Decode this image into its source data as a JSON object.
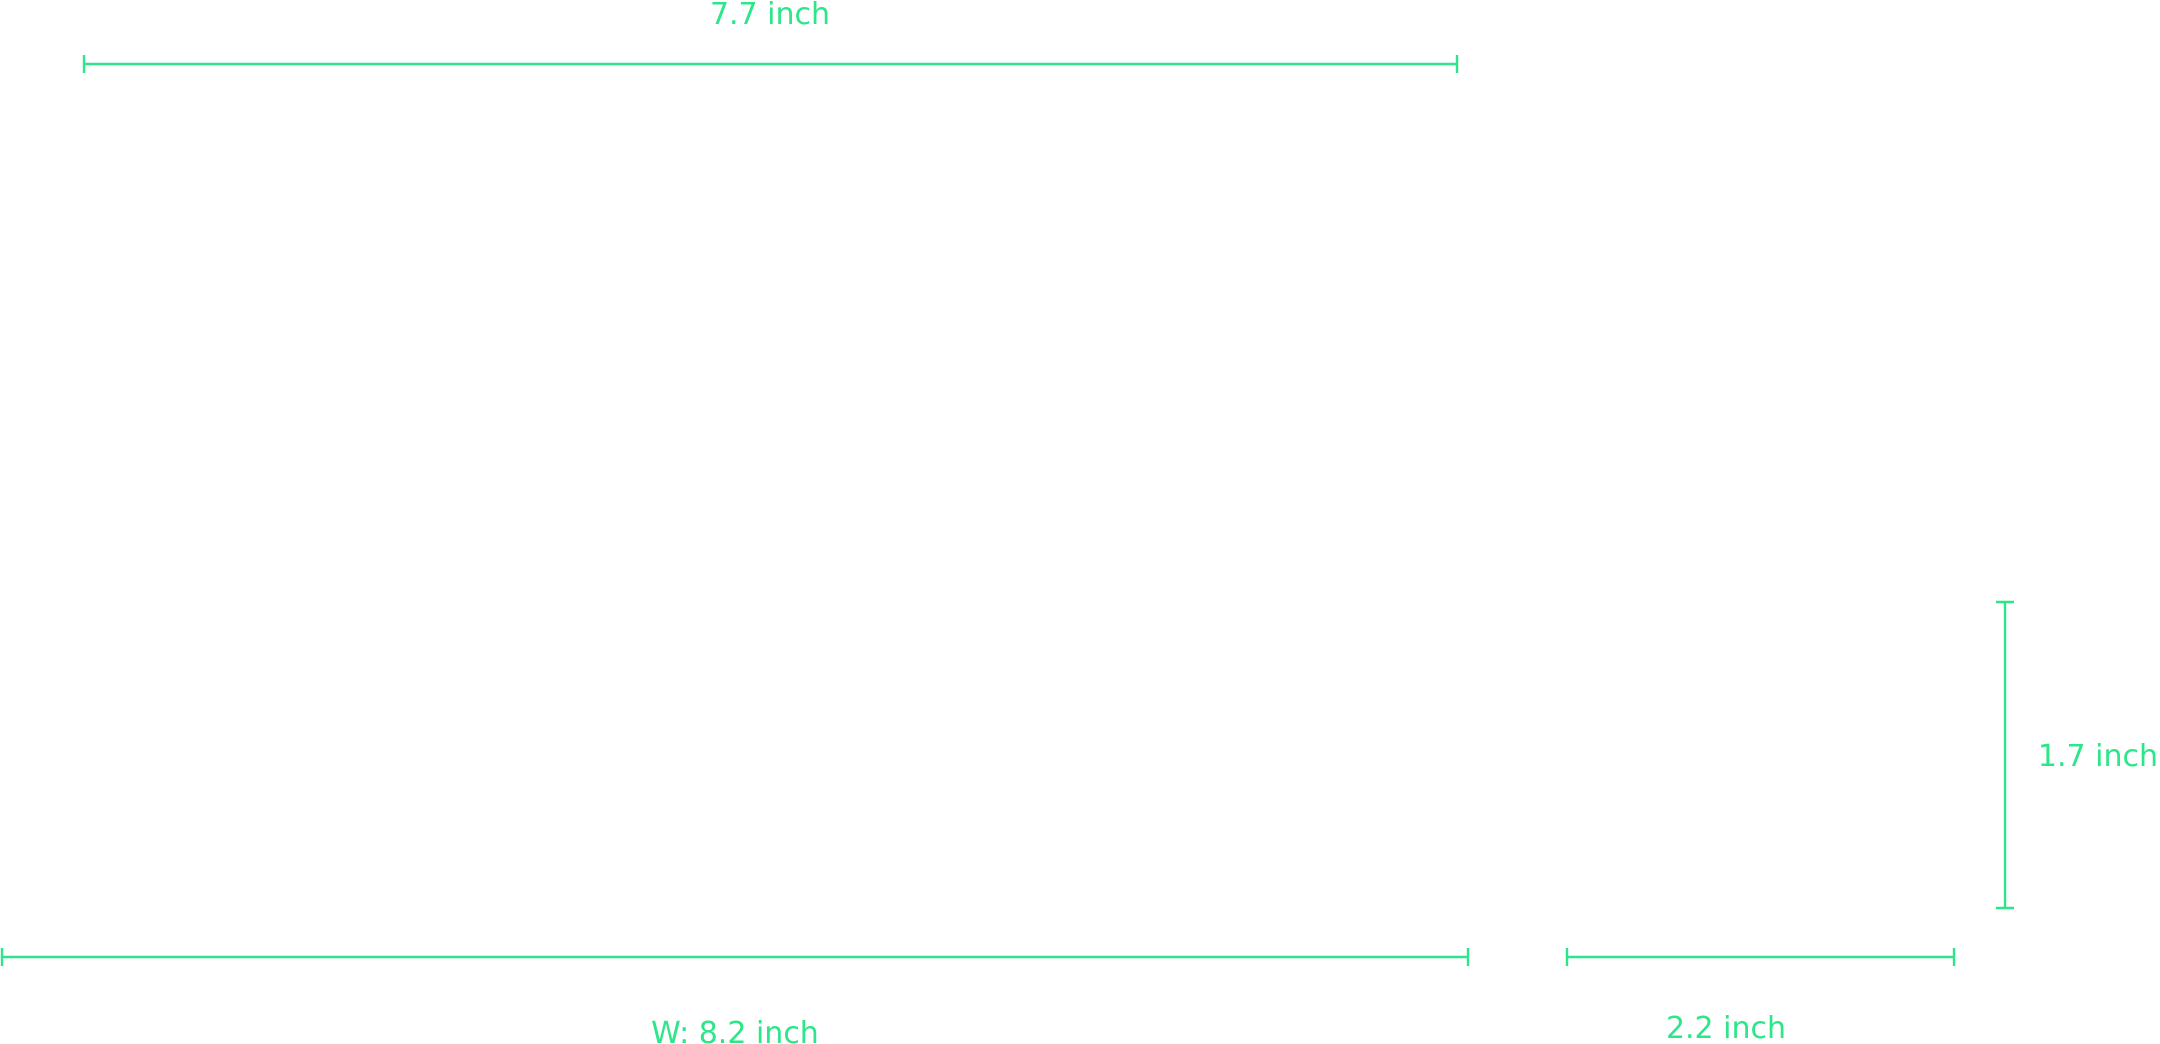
{
  "diagram": {
    "accent_color": "#2ee68a",
    "dimensions": [
      {
        "label": "7.7 inch",
        "orientation": "horizontal"
      },
      {
        "label": "W: 8.2 inch",
        "orientation": "horizontal"
      },
      {
        "label": "2.2 inch",
        "orientation": "horizontal"
      },
      {
        "label": "1.7 inch",
        "orientation": "vertical"
      }
    ]
  }
}
